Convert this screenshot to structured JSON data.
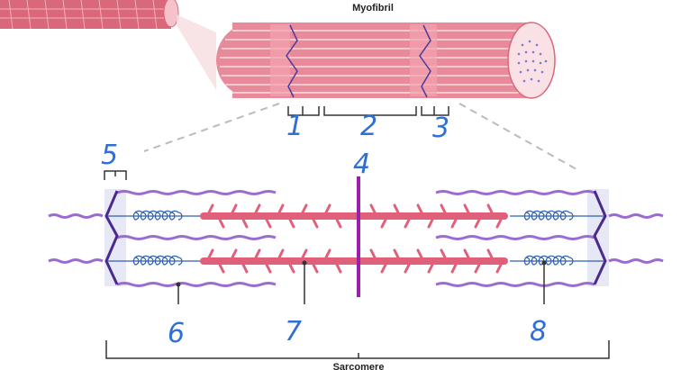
{
  "diagram": {
    "title_top": "Myofibril",
    "title_bottom": "Sarcomere",
    "band_labels": [
      "1",
      "2",
      "3"
    ],
    "marker_labels": [
      "4",
      "5",
      "6",
      "7",
      "8"
    ],
    "colors": {
      "muscle": "#d9687a",
      "muscle_light": "#f2a3b0",
      "myosin": "#e0607a",
      "actin": "#9b6bd1",
      "mline": "#9b1fa8",
      "zdisc": "#4a2a8a",
      "titin": "#2f5fb0",
      "annotation": "#2f6fd6",
      "bracket": "#333333",
      "dash": "#bbbbbb"
    }
  }
}
